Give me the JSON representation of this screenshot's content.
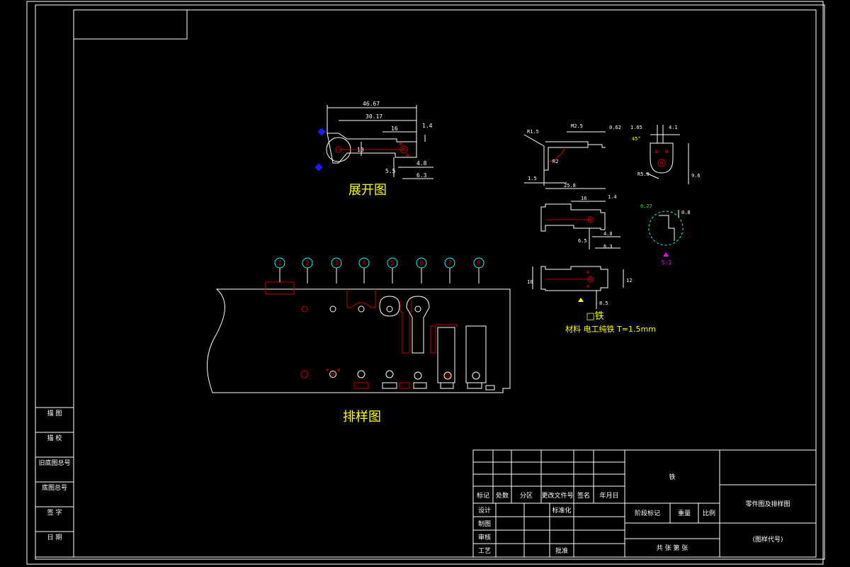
{
  "colors": {
    "background": "#000000",
    "frame": "#ffffff",
    "part_outline": "#ffffff",
    "part_red": "#c00000",
    "title_yellow": "#ffff00",
    "station_cyan": "#00ffff",
    "dim_blue": "#1a1aff",
    "accent_magenta": "#ff00ff",
    "accent_green": "#00ff00"
  },
  "views": {
    "unfold_title": "展开图",
    "layout_title": "排样图",
    "part_name": "□铁",
    "material": "材料 电工纯铁 T=1.5mm",
    "detail_scale": "5:1"
  },
  "stations": [
    "1",
    "2",
    "3",
    "4",
    "5",
    "6",
    "7",
    "8"
  ],
  "dimensions": {
    "unfold": [
      "46.67",
      "30.17",
      "16",
      "1.4",
      "10",
      "5.5",
      "4.8",
      "6.3"
    ],
    "side_view": [
      "R1.5",
      "M2.5",
      "0.62",
      "R2",
      "1.5",
      "25.8"
    ],
    "right_view": [
      "1.65",
      "4.1",
      "R5.0",
      "9.6",
      "45°"
    ],
    "plan_view": [
      "16",
      "1.4",
      "4.8",
      "6.5",
      "6.3"
    ],
    "detail": [
      "0.27",
      "0.8"
    ],
    "bottom_view": [
      "10",
      "12",
      "8.5"
    ]
  },
  "side_labels": [
    "描 图",
    "描 校",
    "旧底图总号",
    "底图总号",
    "签 字",
    "日 期"
  ],
  "title_block": {
    "part_text": "铁",
    "drawing_name": "零件图及排样图",
    "drawing_code": "(图样代号)",
    "sheets": "共 张 第 张",
    "col_heads": [
      "标记",
      "处数",
      "分区",
      "更改文件号",
      "签名",
      "年月日"
    ],
    "row_labels": [
      "设计",
      "制图",
      "审核",
      "工艺"
    ],
    "std": "标准化",
    "approve": "批准",
    "stage_mark": "阶段标记",
    "weight": "重量",
    "scale": "比例"
  }
}
